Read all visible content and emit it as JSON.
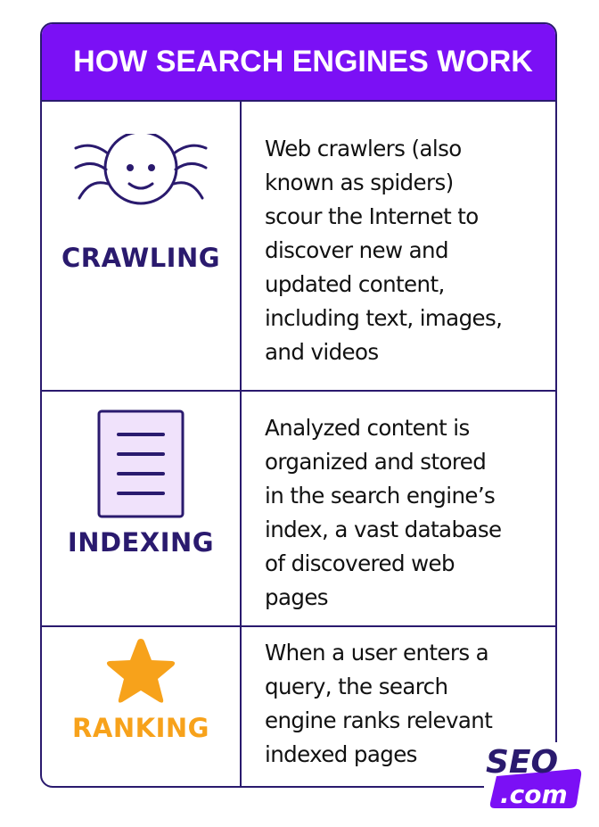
{
  "title": "HOW SEARCH ENGINES WORK",
  "colors": {
    "header_bg": "#7b10f5",
    "border": "#2a1a6e",
    "label_dark": "#2a1a6e",
    "label_orange": "#f7a21b",
    "index_fill": "#f0e2fb"
  },
  "steps": [
    {
      "icon": "spider-icon",
      "label": "CRAWLING",
      "lines": [
        "Web crawlers (also",
        "known as spiders)",
        "scour the Internet to",
        "discover new and",
        "updated content,",
        "including text, images,",
        "and videos"
      ]
    },
    {
      "icon": "document-icon",
      "label": "INDEXING",
      "lines": [
        "Analyzed content is",
        "organized and stored",
        "in the search engine’s",
        "index, a vast database",
        "of discovered web",
        "pages"
      ]
    },
    {
      "icon": "star-icon",
      "label": "RANKING",
      "lines": [
        "When a user enters a",
        "query, the search",
        "engine ranks relevant",
        "indexed pages"
      ]
    }
  ],
  "logo": {
    "top": "SEO",
    "bottom": ".com"
  }
}
